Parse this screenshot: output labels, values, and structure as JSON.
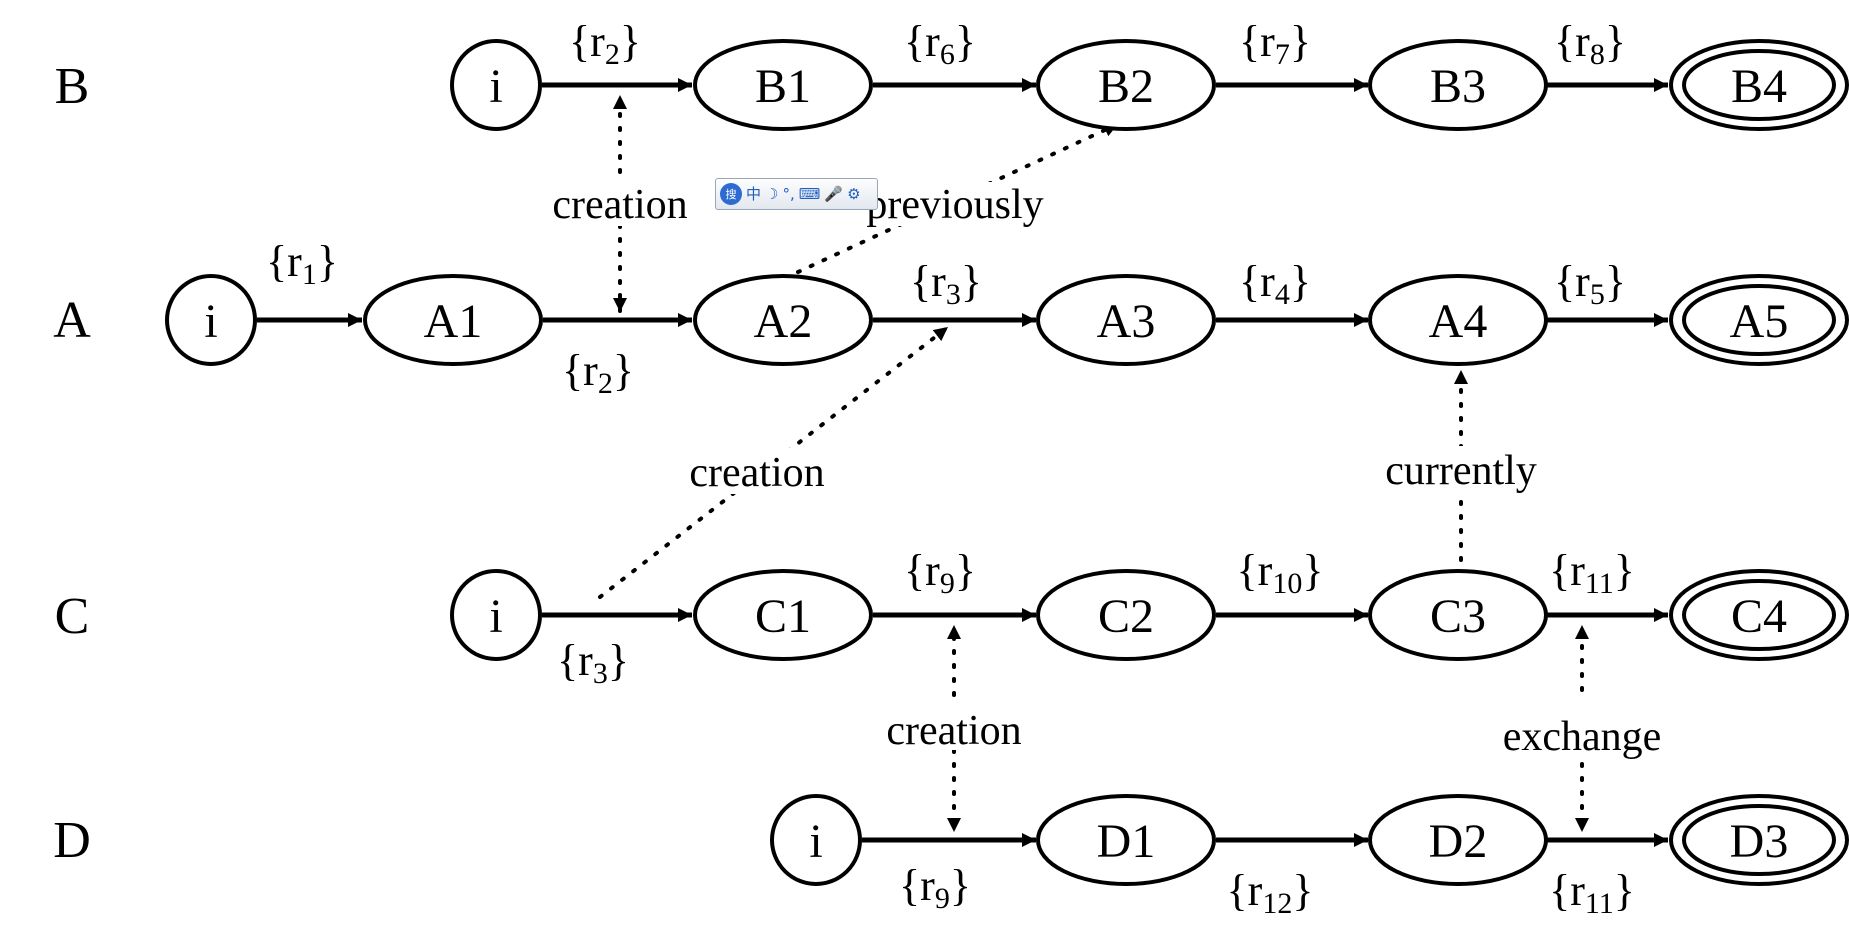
{
  "rows": [
    {
      "id": "B",
      "label": "B"
    },
    {
      "id": "A",
      "label": "A"
    },
    {
      "id": "C",
      "label": "C"
    },
    {
      "id": "D",
      "label": "D"
    }
  ],
  "nodes": [
    {
      "id": "B_i",
      "row": "B",
      "label": "i",
      "kind": "initial"
    },
    {
      "id": "B1",
      "row": "B",
      "label": "B1",
      "kind": "state"
    },
    {
      "id": "B2",
      "row": "B",
      "label": "B2",
      "kind": "state"
    },
    {
      "id": "B3",
      "row": "B",
      "label": "B3",
      "kind": "state"
    },
    {
      "id": "B4",
      "row": "B",
      "label": "B4",
      "kind": "final"
    },
    {
      "id": "A_i",
      "row": "A",
      "label": "i",
      "kind": "initial"
    },
    {
      "id": "A1",
      "row": "A",
      "label": "A1",
      "kind": "state"
    },
    {
      "id": "A2",
      "row": "A",
      "label": "A2",
      "kind": "state"
    },
    {
      "id": "A3",
      "row": "A",
      "label": "A3",
      "kind": "state"
    },
    {
      "id": "A4",
      "row": "A",
      "label": "A4",
      "kind": "state"
    },
    {
      "id": "A5",
      "row": "A",
      "label": "A5",
      "kind": "final"
    },
    {
      "id": "C_i",
      "row": "C",
      "label": "i",
      "kind": "initial"
    },
    {
      "id": "C1",
      "row": "C",
      "label": "C1",
      "kind": "state"
    },
    {
      "id": "C2",
      "row": "C",
      "label": "C2",
      "kind": "state"
    },
    {
      "id": "C3",
      "row": "C",
      "label": "C3",
      "kind": "state"
    },
    {
      "id": "C4",
      "row": "C",
      "label": "C4",
      "kind": "final"
    },
    {
      "id": "D_i",
      "row": "D",
      "label": "i",
      "kind": "initial"
    },
    {
      "id": "D1",
      "row": "D",
      "label": "D1",
      "kind": "state"
    },
    {
      "id": "D2",
      "row": "D",
      "label": "D2",
      "kind": "state"
    },
    {
      "id": "D3",
      "row": "D",
      "label": "D3",
      "kind": "final"
    }
  ],
  "transitions": [
    {
      "from": "B_i",
      "to": "B1",
      "rule": "r",
      "sub": "2"
    },
    {
      "from": "B1",
      "to": "B2",
      "rule": "r",
      "sub": "6"
    },
    {
      "from": "B2",
      "to": "B3",
      "rule": "r",
      "sub": "7"
    },
    {
      "from": "B3",
      "to": "B4",
      "rule": "r",
      "sub": "8"
    },
    {
      "from": "A_i",
      "to": "A1",
      "rule": "r",
      "sub": "1"
    },
    {
      "from": "A1",
      "to": "A2",
      "rule": "r",
      "sub": "2"
    },
    {
      "from": "A2",
      "to": "A3",
      "rule": "r",
      "sub": "3"
    },
    {
      "from": "A3",
      "to": "A4",
      "rule": "r",
      "sub": "4"
    },
    {
      "from": "A4",
      "to": "A5",
      "rule": "r",
      "sub": "5"
    },
    {
      "from": "C_i",
      "to": "C1",
      "rule": "r",
      "sub": "3"
    },
    {
      "from": "C1",
      "to": "C2",
      "rule": "r",
      "sub": "9"
    },
    {
      "from": "C2",
      "to": "C3",
      "rule": "r",
      "sub": "10"
    },
    {
      "from": "C3",
      "to": "C4",
      "rule": "r",
      "sub": "11"
    },
    {
      "from": "D_i",
      "to": "D1",
      "rule": "r",
      "sub": "9"
    },
    {
      "from": "D1",
      "to": "D2",
      "rule": "r",
      "sub": "12"
    },
    {
      "from": "D2",
      "to": "D3",
      "rule": "r",
      "sub": "11"
    }
  ],
  "dependencies": [
    {
      "label": "creation",
      "between": [
        "B_i->B1",
        "A1->A2"
      ]
    },
    {
      "label": "previously",
      "between": [
        "A2",
        "B2"
      ]
    },
    {
      "label": "creation",
      "between": [
        "A2->A3",
        "C_i->C1"
      ]
    },
    {
      "label": "currently",
      "between": [
        "C3",
        "A4"
      ]
    },
    {
      "label": "creation",
      "between": [
        "C1->C2",
        "D_i->D1"
      ]
    },
    {
      "label": "exchange",
      "between": [
        "C3->C4",
        "D2->D3"
      ]
    }
  ],
  "ime_toolbar": {
    "logo": "搜",
    "items": [
      "中",
      "☽",
      "°,",
      "⌨",
      "🎤",
      "⚙"
    ]
  }
}
